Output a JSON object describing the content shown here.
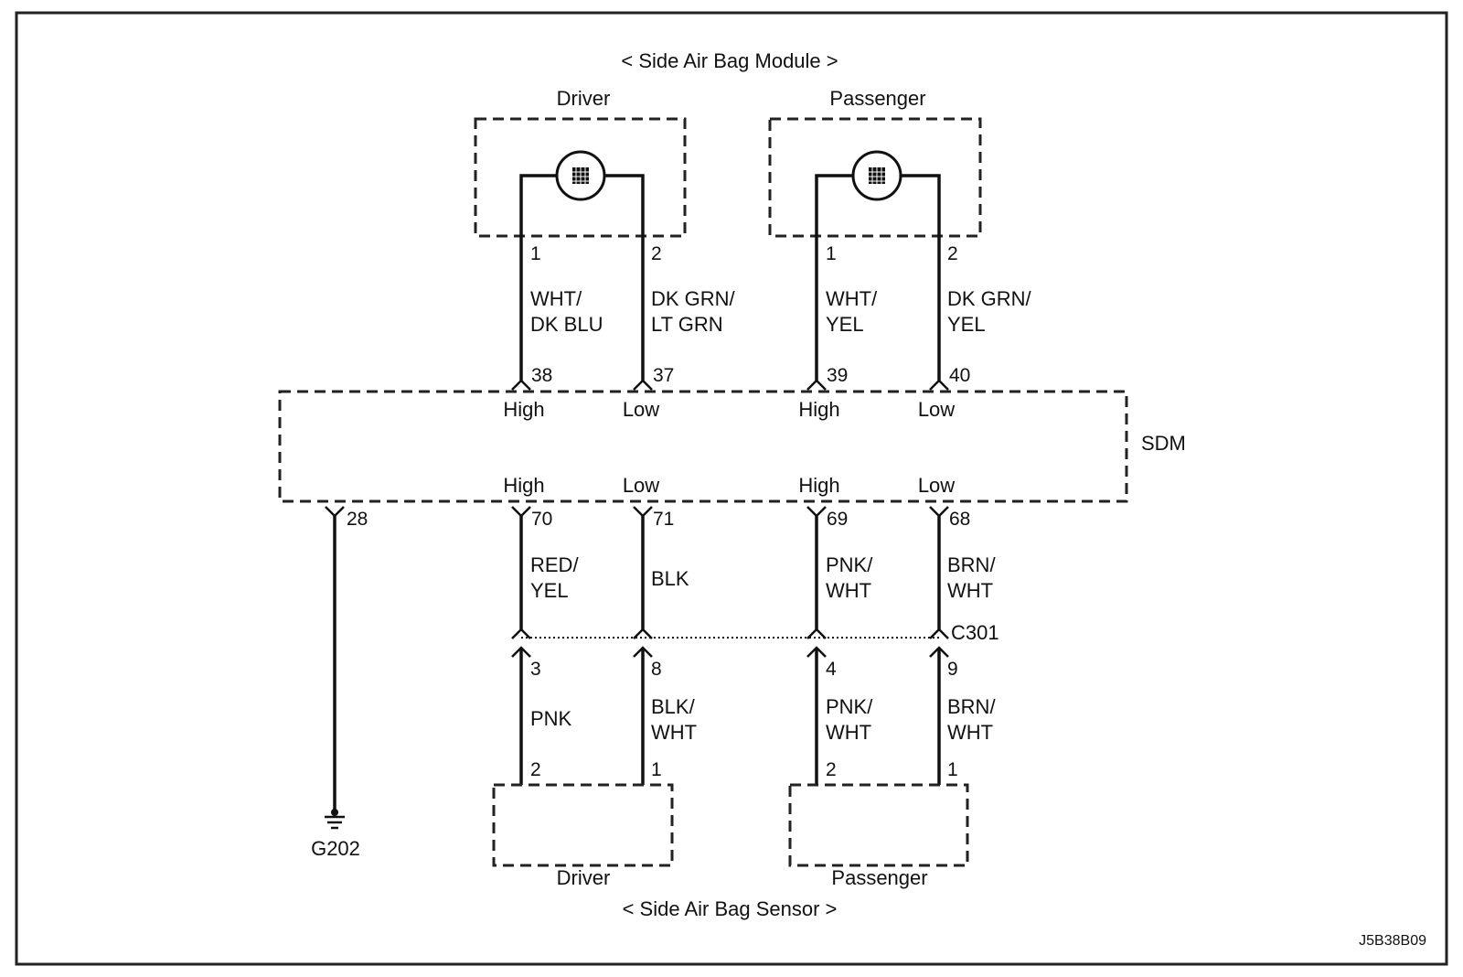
{
  "module_title": "< Side Air Bag Module >",
  "sensor_title": "< Side Air Bag Sensor >",
  "module_driver_label": "Driver",
  "module_passenger_label": "Passenger",
  "sensor_driver_label": "Driver",
  "sensor_passenger_label": "Passenger",
  "sdm_label": "SDM",
  "connector_label": "C301",
  "ground_label": "G202",
  "figure_code": "J5B38B09",
  "module_pins": [
    "1",
    "2",
    "1",
    "2"
  ],
  "module_wire_colors": [
    [
      "WHT/",
      "DK BLU"
    ],
    [
      "DK GRN/",
      "LT GRN"
    ],
    [
      "WHT/",
      "YEL"
    ],
    [
      "DK GRN/",
      "YEL"
    ]
  ],
  "sdm_top_pins": [
    "38",
    "37",
    "39",
    "40"
  ],
  "sdm_top_labels": [
    "High",
    "Low",
    "High",
    "Low"
  ],
  "sdm_bottom_labels": [
    "High",
    "Low",
    "High",
    "Low"
  ],
  "sdm_ground_pin": "28",
  "sdm_bottom_pins": [
    "70",
    "71",
    "69",
    "68"
  ],
  "sdm_wire_colors": [
    [
      "RED/",
      "YEL"
    ],
    [
      "BLK"
    ],
    [
      "PNK/",
      "WHT"
    ],
    [
      "BRN/",
      "WHT"
    ]
  ],
  "c301_pins": [
    "3",
    "8",
    "4",
    "9"
  ],
  "sensor_wire_colors": [
    [
      "PNK"
    ],
    [
      "BLK/",
      "WHT"
    ],
    [
      "PNK/",
      "WHT"
    ],
    [
      "BRN/",
      "WHT"
    ]
  ],
  "sensor_pins": [
    "2",
    "1",
    "2",
    "1"
  ]
}
